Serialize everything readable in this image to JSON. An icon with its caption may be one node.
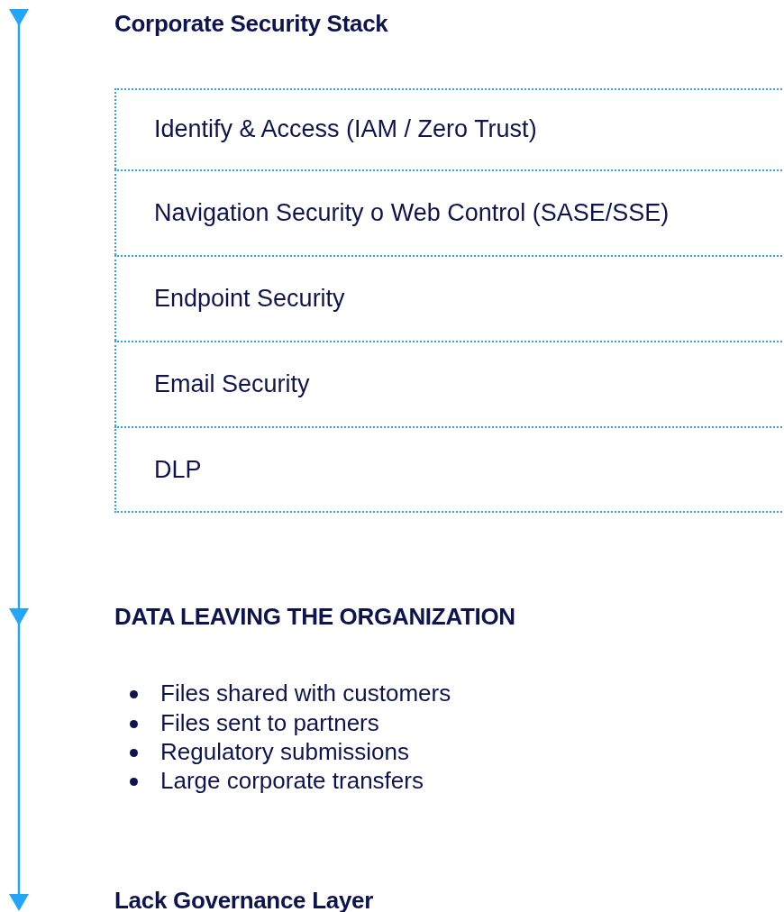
{
  "diagram": {
    "title": "Corporate Security Stack",
    "nodes": [
      {
        "text": [
          "Identify & Access (IAM / Zero Trust)"
        ]
      },
      {
        "text": [
          "Navigation Security o Web Control (SASE/SSE)"
        ]
      },
      {
        "text": [
          "Endpoint Security"
        ]
      },
      {
        "text": [
          "Email Security"
        ]
      },
      {
        "text": [
          "DLP"
        ]
      }
    ],
    "edges": [],
    "labels": [
      "DATA LEAVING THE ORGANIZATION",
      "Files shared with customers",
      "Files sent to partners",
      "Regulatory submissions",
      "Large corporate transfers",
      "Lack Governance Layer"
    ]
  }
}
